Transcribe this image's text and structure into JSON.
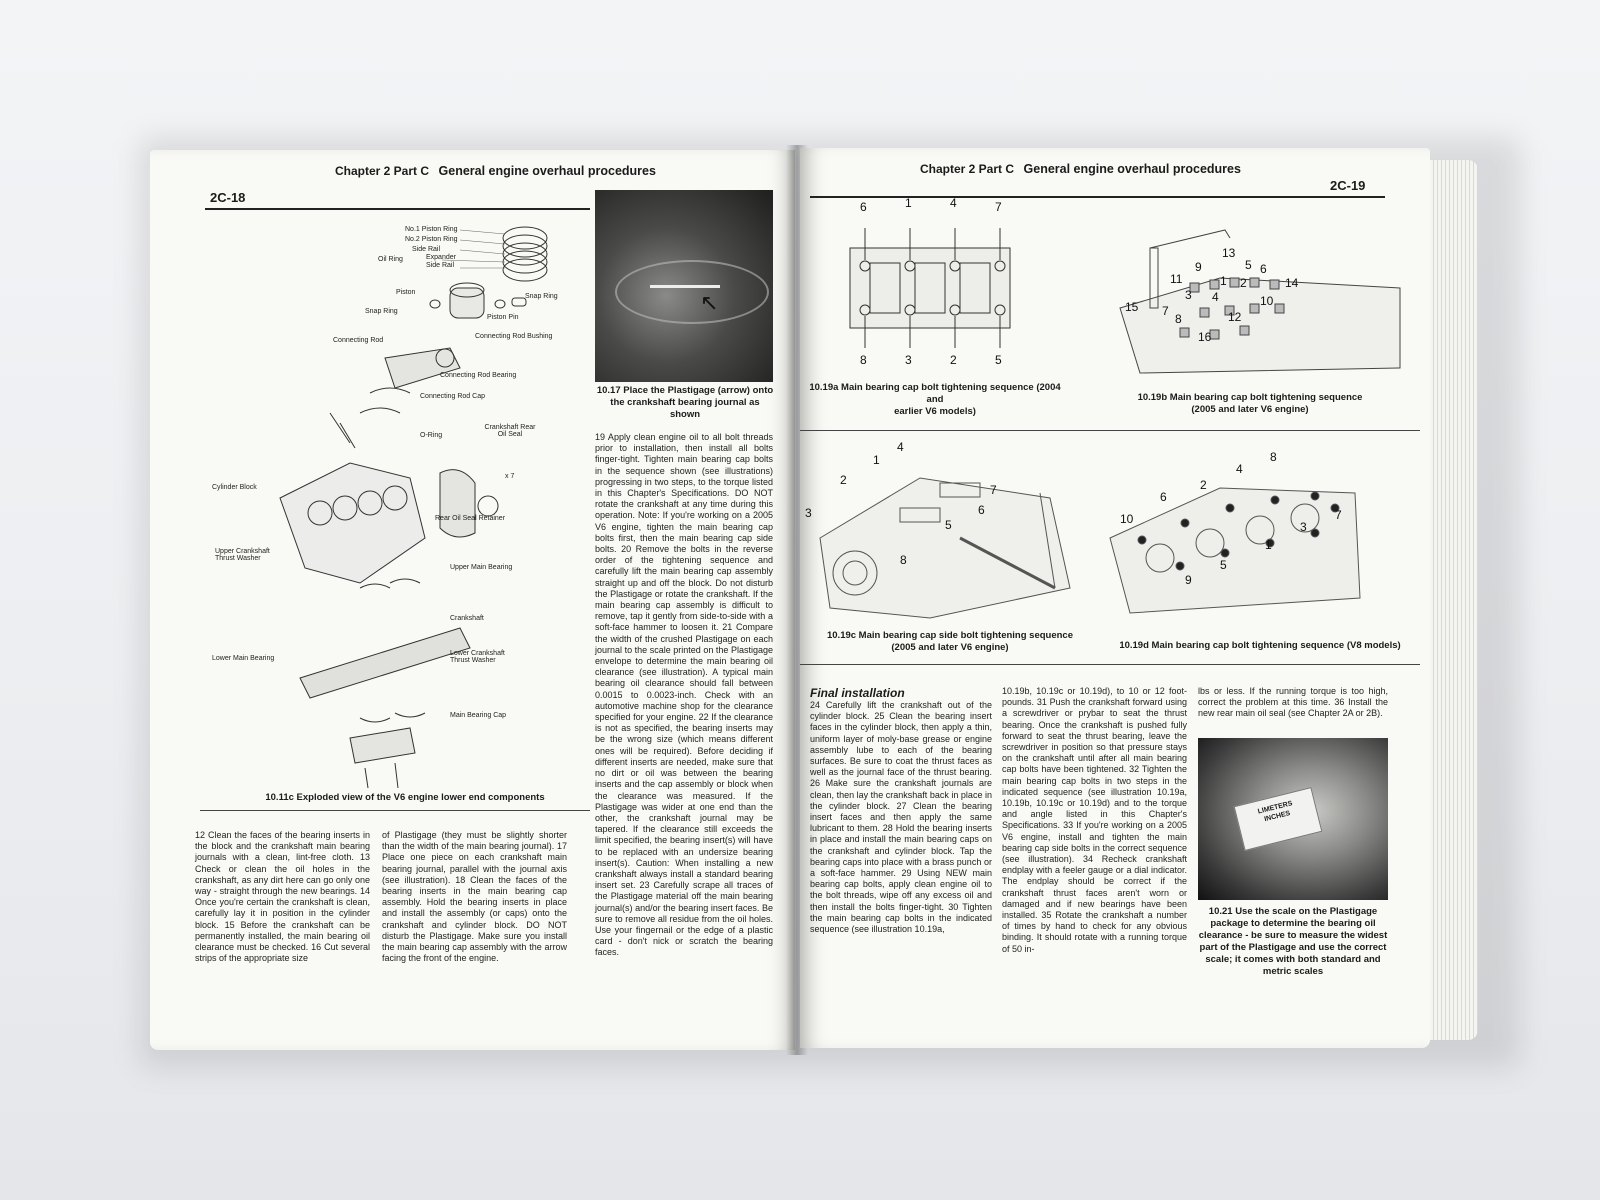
{
  "left_page": {
    "header_chapter": "Chapter 2 Part C",
    "header_title": "General engine overhaul procedures",
    "page_number": "2C-18",
    "exploded_labels": {
      "ring1": "No.1 Piston Ring",
      "ring2": "No.2 Piston Ring",
      "side_rail": "Side Rail",
      "oil_ring": "Oil Ring",
      "expander": "Expander",
      "side_rail2": "Side Rail",
      "piston": "Piston",
      "snap_ring_l": "Snap Ring",
      "snap_ring_r": "Snap Ring",
      "piston_pin": "Piston Pin",
      "conn_rod": "Connecting Rod",
      "conn_rod_bushing": "Connecting Rod Bushing",
      "conn_rod_bearing": "Connecting Rod Bearing",
      "conn_rod_cap": "Connecting Rod Cap",
      "o_ring": "O-Ring",
      "rear_oil_seal": "Crankshaft Rear Oil Seal",
      "x7": "x 7",
      "cyl_block": "Cylinder Block",
      "rear_seal_retainer": "Rear Oil Seal Retainer",
      "upper_thrust": "Upper Crankshaft Thrust Washer",
      "upper_main": "Upper Main Bearing",
      "crankshaft": "Crankshaft",
      "lower_main": "Lower Main Bearing",
      "lower_thrust": "Lower Crankshaft Thrust Washer",
      "main_cap": "Main Bearing Cap"
    },
    "fig_1011c_caption": "10.11c Exploded view of the V6 engine lower end components",
    "fig_1017_caption_a": "10.17 Place the Plastigage (arrow) onto",
    "fig_1017_caption_b": "the crankshaft bearing journal as shown",
    "col_mid_text": "19 Apply clean engine oil to all bolt threads prior to installation, then install all bolts finger-tight. Tighten main bearing cap bolts in the sequence shown (see illustrations) progressing in two steps, to the torque listed in this Chapter's Specifications. DO NOT rotate the crankshaft at any time during this operation. Note: If you're working on a 2005 V6 engine, tighten the main bearing cap bolts first, then the main bearing cap side bolts. 20 Remove the bolts in the reverse order of the tightening sequence and carefully lift the main bearing cap assembly straight up and off the block. Do not disturb the Plastigage or rotate the crankshaft. If the main bearing cap assembly is difficult to remove, tap it gently from side-to-side with a soft-face hammer to loosen it. 21 Compare the width of the crushed Plastigage on each journal to the scale printed on the Plastigage envelope to determine the main bearing oil clearance (see illustration). A typical main bearing oil clearance should fall between 0.0015 to 0.0023-inch. Check with an automotive machine shop for the clearance specified for your engine. 22 If the clearance is not as specified, the bearing inserts may be the wrong size (which means different ones will be required). Before deciding if different inserts are needed, make sure that no dirt or oil was between the bearing inserts and the cap assembly or block when the clearance was measured. If the Plastigage was wider at one end than the other, the crankshaft journal may be tapered. If the clearance still exceeds the limit specified, the bearing insert(s) will have to be replaced with an undersize bearing insert(s). Caution: When installing a new crankshaft always install a standard bearing insert set. 23 Carefully scrape all traces of the Plastigage material off the main bearing journal(s) and/or the bearing insert faces. Be sure to remove all residue from the oil holes. Use your fingernail or the edge of a plastic card - don't nick or scratch the bearing faces.",
    "col_b1_text": "12 Clean the faces of the bearing inserts in the block and the crankshaft main bearing journals with a clean, lint-free cloth. 13 Check or clean the oil holes in the crankshaft, as any dirt here can go only one way - straight through the new bearings. 14 Once you're certain the crankshaft is clean, carefully lay it in position in the cylinder block. 15 Before the crankshaft can be permanently installed, the main bearing oil clearance must be checked. 16 Cut several strips of the appropriate size",
    "col_b2_text": "of Plastigage (they must be slightly shorter than the width of the main bearing journal). 17 Place one piece on each crankshaft main bearing journal, parallel with the journal axis (see illustration). 18 Clean the faces of the bearing inserts in the main bearing cap assembly. Hold the bearing inserts in place and install the assembly (or caps) onto the crankshaft and cylinder block. DO NOT disturb the Plastigage. Make sure you install the main bearing cap assembly with the arrow facing the front of the engine."
  },
  "right_page": {
    "header_chapter": "Chapter 2 Part C",
    "header_title": "General engine overhaul procedures",
    "page_number": "2C-19",
    "fig_1019a_caption_a": "10.19a Main bearing cap bolt tightening sequence (2004 and",
    "fig_1019a_caption_b": "earlier V6 models)",
    "fig_1019a_top": [
      "6",
      "1",
      "4",
      "7"
    ],
    "fig_1019a_bottom": [
      "8",
      "3",
      "2",
      "5"
    ],
    "fig_1019b_caption_a": "10.19b Main bearing cap bolt tightening sequence",
    "fig_1019b_caption_b": "(2005 and later V6 engine)",
    "fig_1019b_numbers": [
      "13",
      "9",
      "5",
      "6",
      "11",
      "1",
      "2",
      "14",
      "3",
      "4",
      "10",
      "15",
      "7",
      "8",
      "12",
      "16"
    ],
    "fig_1019c_caption_a": "10.19c Main bearing cap side bolt tightening sequence",
    "fig_1019c_caption_b": "(2005 and later V6 engine)",
    "fig_1019c_numbers": [
      "4",
      "1",
      "2",
      "7",
      "3",
      "6",
      "5",
      "8"
    ],
    "fig_1019d_caption": "10.19d Main bearing cap bolt tightening sequence (V8 models)",
    "fig_1019d_numbers": [
      "8",
      "4",
      "6",
      "2",
      "7",
      "10",
      "3",
      "1",
      "5",
      "9"
    ],
    "section_title": "Final installation",
    "col1_text": "24 Carefully lift the crankshaft out of the cylinder block. 25 Clean the bearing insert faces in the cylinder block, then apply a thin, uniform layer of moly-base grease or engine assembly lube to each of the bearing surfaces. Be sure to coat the thrust faces as well as the journal face of the thrust bearing. 26 Make sure the crankshaft journals are clean, then lay the crankshaft back in place in the cylinder block. 27 Clean the bearing insert faces and then apply the same lubricant to them. 28 Hold the bearing inserts in place and install the main bearing caps on the crankshaft and cylinder block. Tap the bearing caps into place with a brass punch or a soft-face hammer. 29 Using NEW main bearing cap bolts, apply clean engine oil to the bolt threads, wipe off any excess oil and then install the bolts finger-tight. 30 Tighten the main bearing cap bolts in the indicated sequence (see illustration 10.19a,",
    "col2_text": "10.19b, 10.19c or 10.19d), to 10 or 12 foot-pounds. 31 Push the crankshaft forward using a screwdriver or prybar to seat the thrust bearing. Once the crankshaft is pushed fully forward to seat the thrust bearing, leave the screwdriver in position so that pressure stays on the crankshaft until after all main bearing cap bolts have been tightened. 32 Tighten the main bearing cap bolts in two steps in the indicated sequence (see illustration 10.19a, 10.19b, 10.19c or 10.19d) and to the torque and angle listed in this Chapter's Specifications. 33 If you're working on a 2005 V6 engine, install and tighten the main bearing cap side bolts in the correct sequence (see illustration). 34 Recheck crankshaft endplay with a feeler gauge or a dial indicator. The endplay should be correct if the crankshaft thrust faces aren't worn or damaged and if new bearings have been installed. 35 Rotate the crankshaft a number of times by hand to check for any obvious binding. It should rotate with a running torque of 50 in-",
    "col3_text": "lbs or less. If the running torque is too high, correct the problem at this time. 36 Install the new rear main oil seal (see Chapter 2A or 2B).",
    "fig_1021_caption": "10.21 Use the scale on the Plastigage package to determine the bearing oil clearance - be sure to measure the widest part of the Plastigage and use the correct scale; it comes with both standard and metric scales",
    "photo_label_a": "LIMETERS",
    "photo_label_b": "INCHES"
  }
}
